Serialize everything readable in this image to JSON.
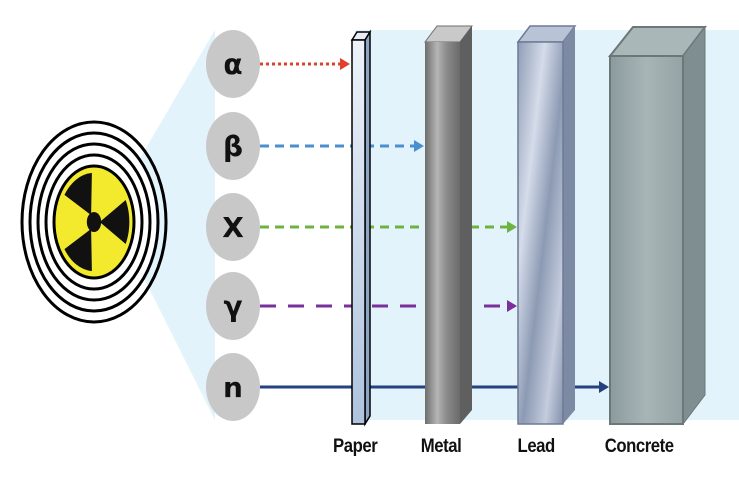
{
  "title": "Penetrating power of radiation types",
  "source": {
    "icon": "radiation-trefoil-icon",
    "label": ""
  },
  "particles": [
    {
      "symbol": "α",
      "name": "alpha",
      "color": "#e0402e",
      "line_style": "dotted",
      "stops_at": "Paper"
    },
    {
      "symbol": "β",
      "name": "beta",
      "color": "#4a8fd0",
      "line_style": "dashed",
      "stops_at": "Metal"
    },
    {
      "symbol": "X",
      "name": "x-ray",
      "color": "#6db33f",
      "line_style": "dashed",
      "stops_at": "Lead"
    },
    {
      "symbol": "γ",
      "name": "gamma",
      "color": "#7a2f9a",
      "line_style": "long-dashed",
      "stops_at": "Lead"
    },
    {
      "symbol": "n",
      "name": "neutron",
      "color": "#23427f",
      "line_style": "solid",
      "stops_at": "Concrete"
    }
  ],
  "barriers": [
    {
      "label": "Paper",
      "color": "#c9d8ea"
    },
    {
      "label": "Metal",
      "color": "#8a8a8a"
    },
    {
      "label": "Lead",
      "color": "#9aa9c0"
    },
    {
      "label": "Concrete",
      "color": "#8e9ea0"
    }
  ],
  "colors": {
    "beam_background": "#e3f3fc",
    "particle_circle": "#c8c8c8",
    "trefoil_yellow": "#f3ea2e"
  }
}
